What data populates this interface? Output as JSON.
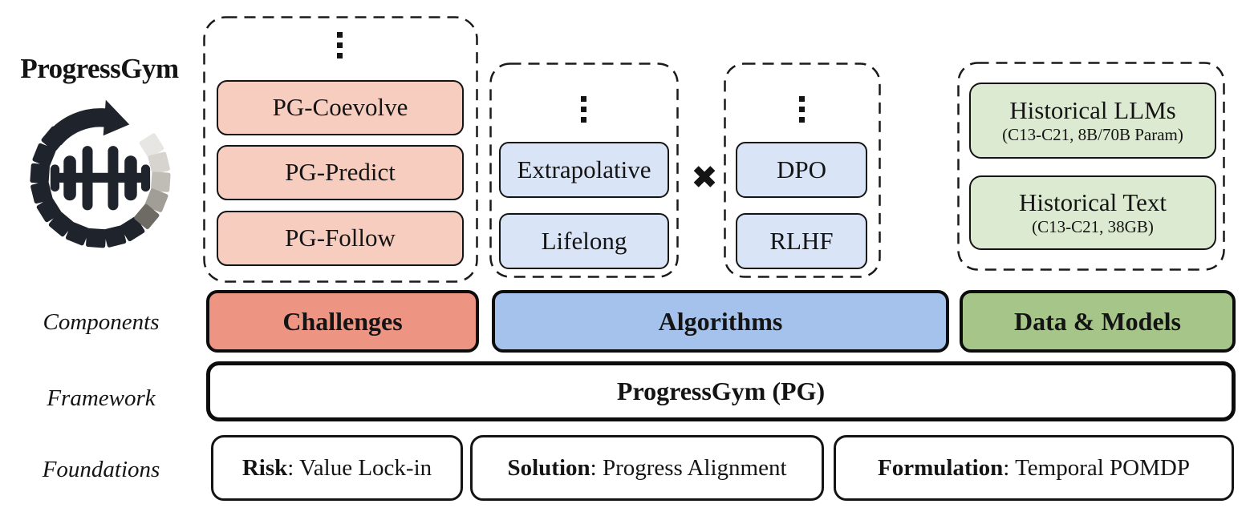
{
  "brand": {
    "title": "ProgressGym"
  },
  "row_labels": {
    "components": "Components",
    "framework": "Framework",
    "foundations": "Foundations"
  },
  "groups": {
    "challenges": {
      "items": [
        "PG-Coevolve",
        "PG-Predict",
        "PG-Follow"
      ]
    },
    "algorithm_families": {
      "items": [
        "Extrapolative",
        "Lifelong"
      ]
    },
    "optimizers": {
      "items": [
        "DPO",
        "RLHF"
      ]
    },
    "data_models": {
      "items": [
        {
          "title": "Historical LLMs",
          "subtitle": "(C13-C21, 8B/70B Param)"
        },
        {
          "title": "Historical Text",
          "subtitle": "(C13-C21, 38GB)"
        }
      ]
    }
  },
  "icons": {
    "cross_symbol": "✖"
  },
  "components_row": {
    "challenges": "Challenges",
    "algorithms": "Algorithms",
    "data_models": "Data & Models"
  },
  "framework_row": {
    "label": "ProgressGym (PG)"
  },
  "foundations_row": {
    "items": [
      {
        "term": "Risk",
        "rest": ": Value Lock-in"
      },
      {
        "term": "Solution",
        "rest": ": Progress Alignment"
      },
      {
        "term": "Formulation",
        "rest": ": Temporal POMDP"
      }
    ]
  },
  "colors": {
    "salmon_light": "#f7cdc0",
    "salmon": "#ee9483",
    "blue_light": "#d9e4f7",
    "blue": "#a4c2eb",
    "green_light": "#dcead1",
    "green": "#a6c689",
    "ink": "#141414"
  }
}
